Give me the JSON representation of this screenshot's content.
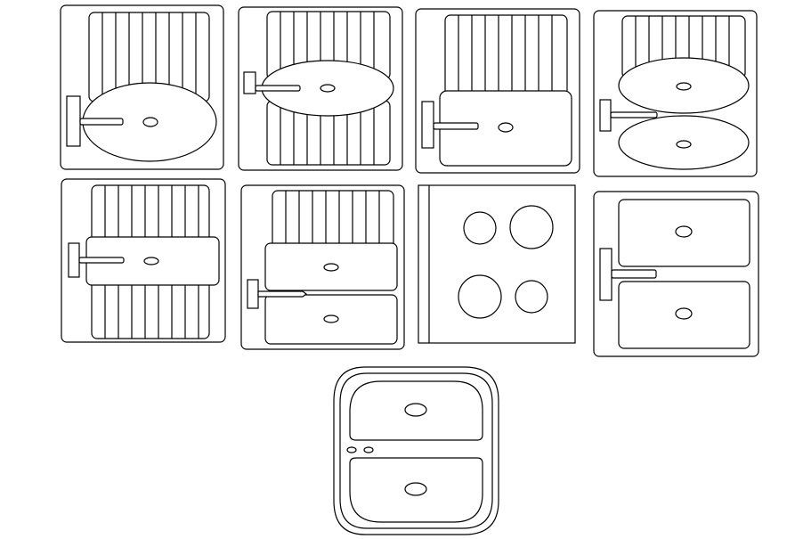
{
  "drawing": {
    "background": "#ffffff",
    "line_color": "#000000",
    "symbols": [
      {
        "id": "sink-oval-bowl-single-drainer",
        "bowls": 1,
        "bowl_shape": "oval",
        "drainers": 1,
        "has_tap": true
      },
      {
        "id": "sink-oval-bowl-double-drainer",
        "bowls": 1,
        "bowl_shape": "oval",
        "drainers": 2,
        "has_tap": true
      },
      {
        "id": "sink-rect-bowl-single-drainer",
        "bowls": 1,
        "bowl_shape": "rectangle",
        "drainers": 1,
        "has_tap": true
      },
      {
        "id": "sink-two-oval-bowls-drainer",
        "bowls": 2,
        "bowl_shape": "oval",
        "drainers": 1,
        "has_tap": true
      },
      {
        "id": "sink-center-bowl-double-drainer",
        "bowls": 1,
        "bowl_shape": "rectangle",
        "drainers": 2,
        "has_tap": true
      },
      {
        "id": "sink-two-rect-bowls-drainer",
        "bowls": 2,
        "bowl_shape": "rectangle",
        "drainers": 1,
        "has_tap": true
      },
      {
        "id": "cooktop-four-burners",
        "burners": 4
      },
      {
        "id": "sink-two-rect-bowls",
        "bowls": 2,
        "bowl_shape": "rectangle",
        "drainers": 0,
        "has_tap": true
      },
      {
        "id": "sink-rounded-double-bowl",
        "bowls": 2,
        "bowl_shape": "rounded",
        "drainers": 0,
        "has_tap": true
      }
    ]
  }
}
